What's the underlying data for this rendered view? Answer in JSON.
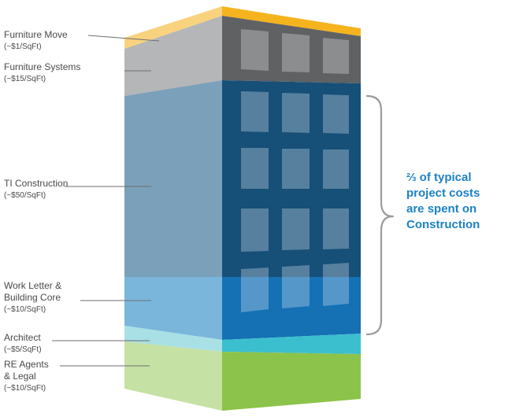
{
  "diagram": {
    "layers": [
      {
        "name": "Furniture Move",
        "cost": "(~$1/SqFt)",
        "color": "#f5b31e"
      },
      {
        "name": "Furniture Systems",
        "cost": "(~$15/SqFt)",
        "color": "#5f6163"
      },
      {
        "name": "TI Construction",
        "cost": "(~$50/SqFt)",
        "color": "#164f78"
      },
      {
        "name": "Work Letter &\nBuilding Core",
        "cost": "(~$10/SqFt)",
        "color": "#1570b4"
      },
      {
        "name": "Architect",
        "cost": "(~$5/SqFt)",
        "color": "#3bbfce"
      },
      {
        "name": "RE Agents\n& Legal",
        "cost": "(~$10/SqFt)",
        "color": "#8cc34a"
      }
    ],
    "callout": {
      "line1": "⅔ of typical",
      "line2": "project costs",
      "line3": "are spent on",
      "line4": "Construction",
      "color": "#1c82c4"
    }
  }
}
